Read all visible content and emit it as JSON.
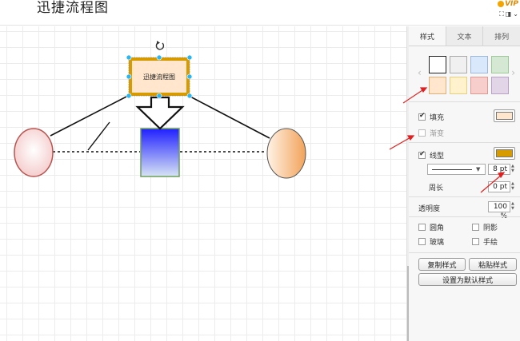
{
  "header": {
    "title": "迅捷流程图",
    "vip_label": "VIP"
  },
  "canvas": {
    "shapes": {
      "process_label": "迅捷流程图"
    }
  },
  "panel": {
    "tabs": [
      {
        "label": "样式",
        "active": true
      },
      {
        "label": "文本",
        "active": false
      },
      {
        "label": "排列",
        "active": false
      }
    ],
    "swatches": {
      "row1": [
        "#ffffff",
        "#f0f0f0",
        "#dae8fc",
        "#d5e8d4"
      ],
      "row2": [
        "#ffe6cc",
        "#fff2cc",
        "#f8cecc",
        "#e1d5e7"
      ]
    },
    "fill": {
      "label": "填充",
      "checked": true,
      "color": "#ffe6cc"
    },
    "gradient": {
      "label": "渐变",
      "checked": false
    },
    "line": {
      "label": "线型",
      "checked": true,
      "color": "#d79b00",
      "width_value": "8 pt"
    },
    "perimeter": {
      "label": "周长",
      "value": "0 pt"
    },
    "opacity": {
      "label": "透明度",
      "value": "100 %"
    },
    "options": [
      {
        "label": "圆角",
        "checked": false
      },
      {
        "label": "阴影",
        "checked": false
      },
      {
        "label": "玻璃",
        "checked": false
      },
      {
        "label": "手绘",
        "checked": false
      }
    ],
    "buttons": {
      "copy_style": "复制样式",
      "paste_style": "粘贴样式",
      "set_default": "设置为默认样式"
    }
  }
}
